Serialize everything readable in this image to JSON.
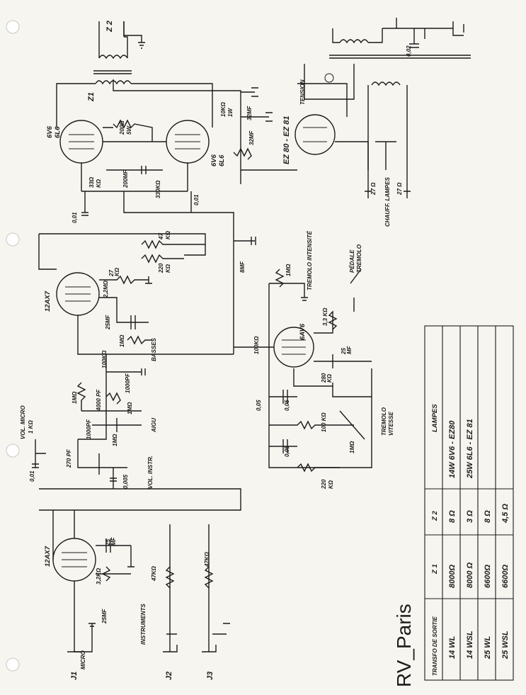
{
  "title": "RV_Paris",
  "tubes": {
    "out_left": {
      "l1": "6V6",
      "l2": "6L6"
    },
    "out_right": {
      "l1": "6V6",
      "l2": "6L6"
    },
    "pre_mid": "12AX7",
    "pre_bottom": "12AX7",
    "tremolo": "6AV6",
    "rectifier": "EZ 80 - EZ 81"
  },
  "labels": {
    "z1": "Z1",
    "z2": "Z 2",
    "r200": "200Ω",
    "r200b": "5W",
    "r33": "33Ω",
    "r33b": "KΩ",
    "cap200mf": "200MF",
    "r330k": "330KΩ",
    "c001a": "0,01",
    "c001b": "0,01",
    "r10k": "10KΩ",
    "r10kb": "1W",
    "c32mf_a": "32MF",
    "c32mf_b": "32MF",
    "r47k": "47",
    "r47kb": "KΩ",
    "r220k": "220",
    "r220kb": "KΩ",
    "c8mf": "8MF",
    "r27": "27",
    "r27b": "KΩ",
    "r22m": "2,2MΩ",
    "c25mf": "25MF",
    "pot1m_basses": "1MΩ",
    "basses": "BASSES",
    "r100k_tone": "100KΩ",
    "c1000pf_a": "1000PF",
    "c1000pf_b": "1000PF",
    "c4000pf": "4000 PF",
    "r1m_tone": "1MΩ",
    "pot1m_aigu": "1MΩ",
    "aigu": "AIGU",
    "c1000pf_c": "1000PF",
    "pot1m_instr": "1MΩ",
    "vol_instr": "VOL. INSTR.",
    "c270pf": "270 PF",
    "c0005": "0,005",
    "vol_micro": "VOL. MICRO",
    "vol_micro_val": "1 KΩ",
    "c0_ampl": "0,01",
    "c25mf_cath": "25",
    "c25mf_cath_b": "MF",
    "r32k": "3,2KΩ",
    "c25mf_bot": "25MF",
    "r47k_j2": "47KΩ",
    "r47k_j3": "47KΩ",
    "instruments": "INSTRUMENTS",
    "micro": "MICRO",
    "j1": "J1",
    "j2": "J2",
    "j3": "J3",
    "r100k_trem": "100KΩ",
    "trem_pot": "1MΩ",
    "tremolo_int": "TREMOLO INTENSITÉ",
    "pedale": "PÉDALE",
    "tremolo_p": "TREMOLO",
    "r33k": "3,3 KΩ",
    "c25mf_trem": "25",
    "c25mf_trem_b": "MF",
    "r280k": "280",
    "r280kb": "KΩ",
    "c005_a": "0,05",
    "c005_b": "0,05",
    "c005_c": "0,05",
    "r100k_osc": "100 KΩ",
    "vitesse_pot": "1MΩ",
    "tremolo_v": "TREMOLO",
    "vitesse": "VITESSE",
    "r220k_osc": "220",
    "r220k_osc_b": "KΩ",
    "c002": "0,02",
    "r27_a": "27 Ω",
    "r27_b": "27 Ω",
    "chauff": "CHAUFF. LAMPES",
    "tension": "TENSION"
  },
  "table": {
    "headers": [
      "TRANSFO DE SORTIE",
      "Z 1",
      "Z 2",
      "LAMPES"
    ],
    "rows": [
      [
        "14 WL",
        "8000Ω",
        "8 Ω",
        "14W  6V6 - EZ80"
      ],
      [
        "14 WSL",
        "8000 Ω",
        "3 Ω",
        "25W  6L6 - EZ 81"
      ],
      [
        "25 WL",
        "6600Ω",
        "8 Ω",
        ""
      ],
      [
        "25 WSL",
        "6600Ω",
        "4,5 Ω",
        ""
      ]
    ]
  }
}
